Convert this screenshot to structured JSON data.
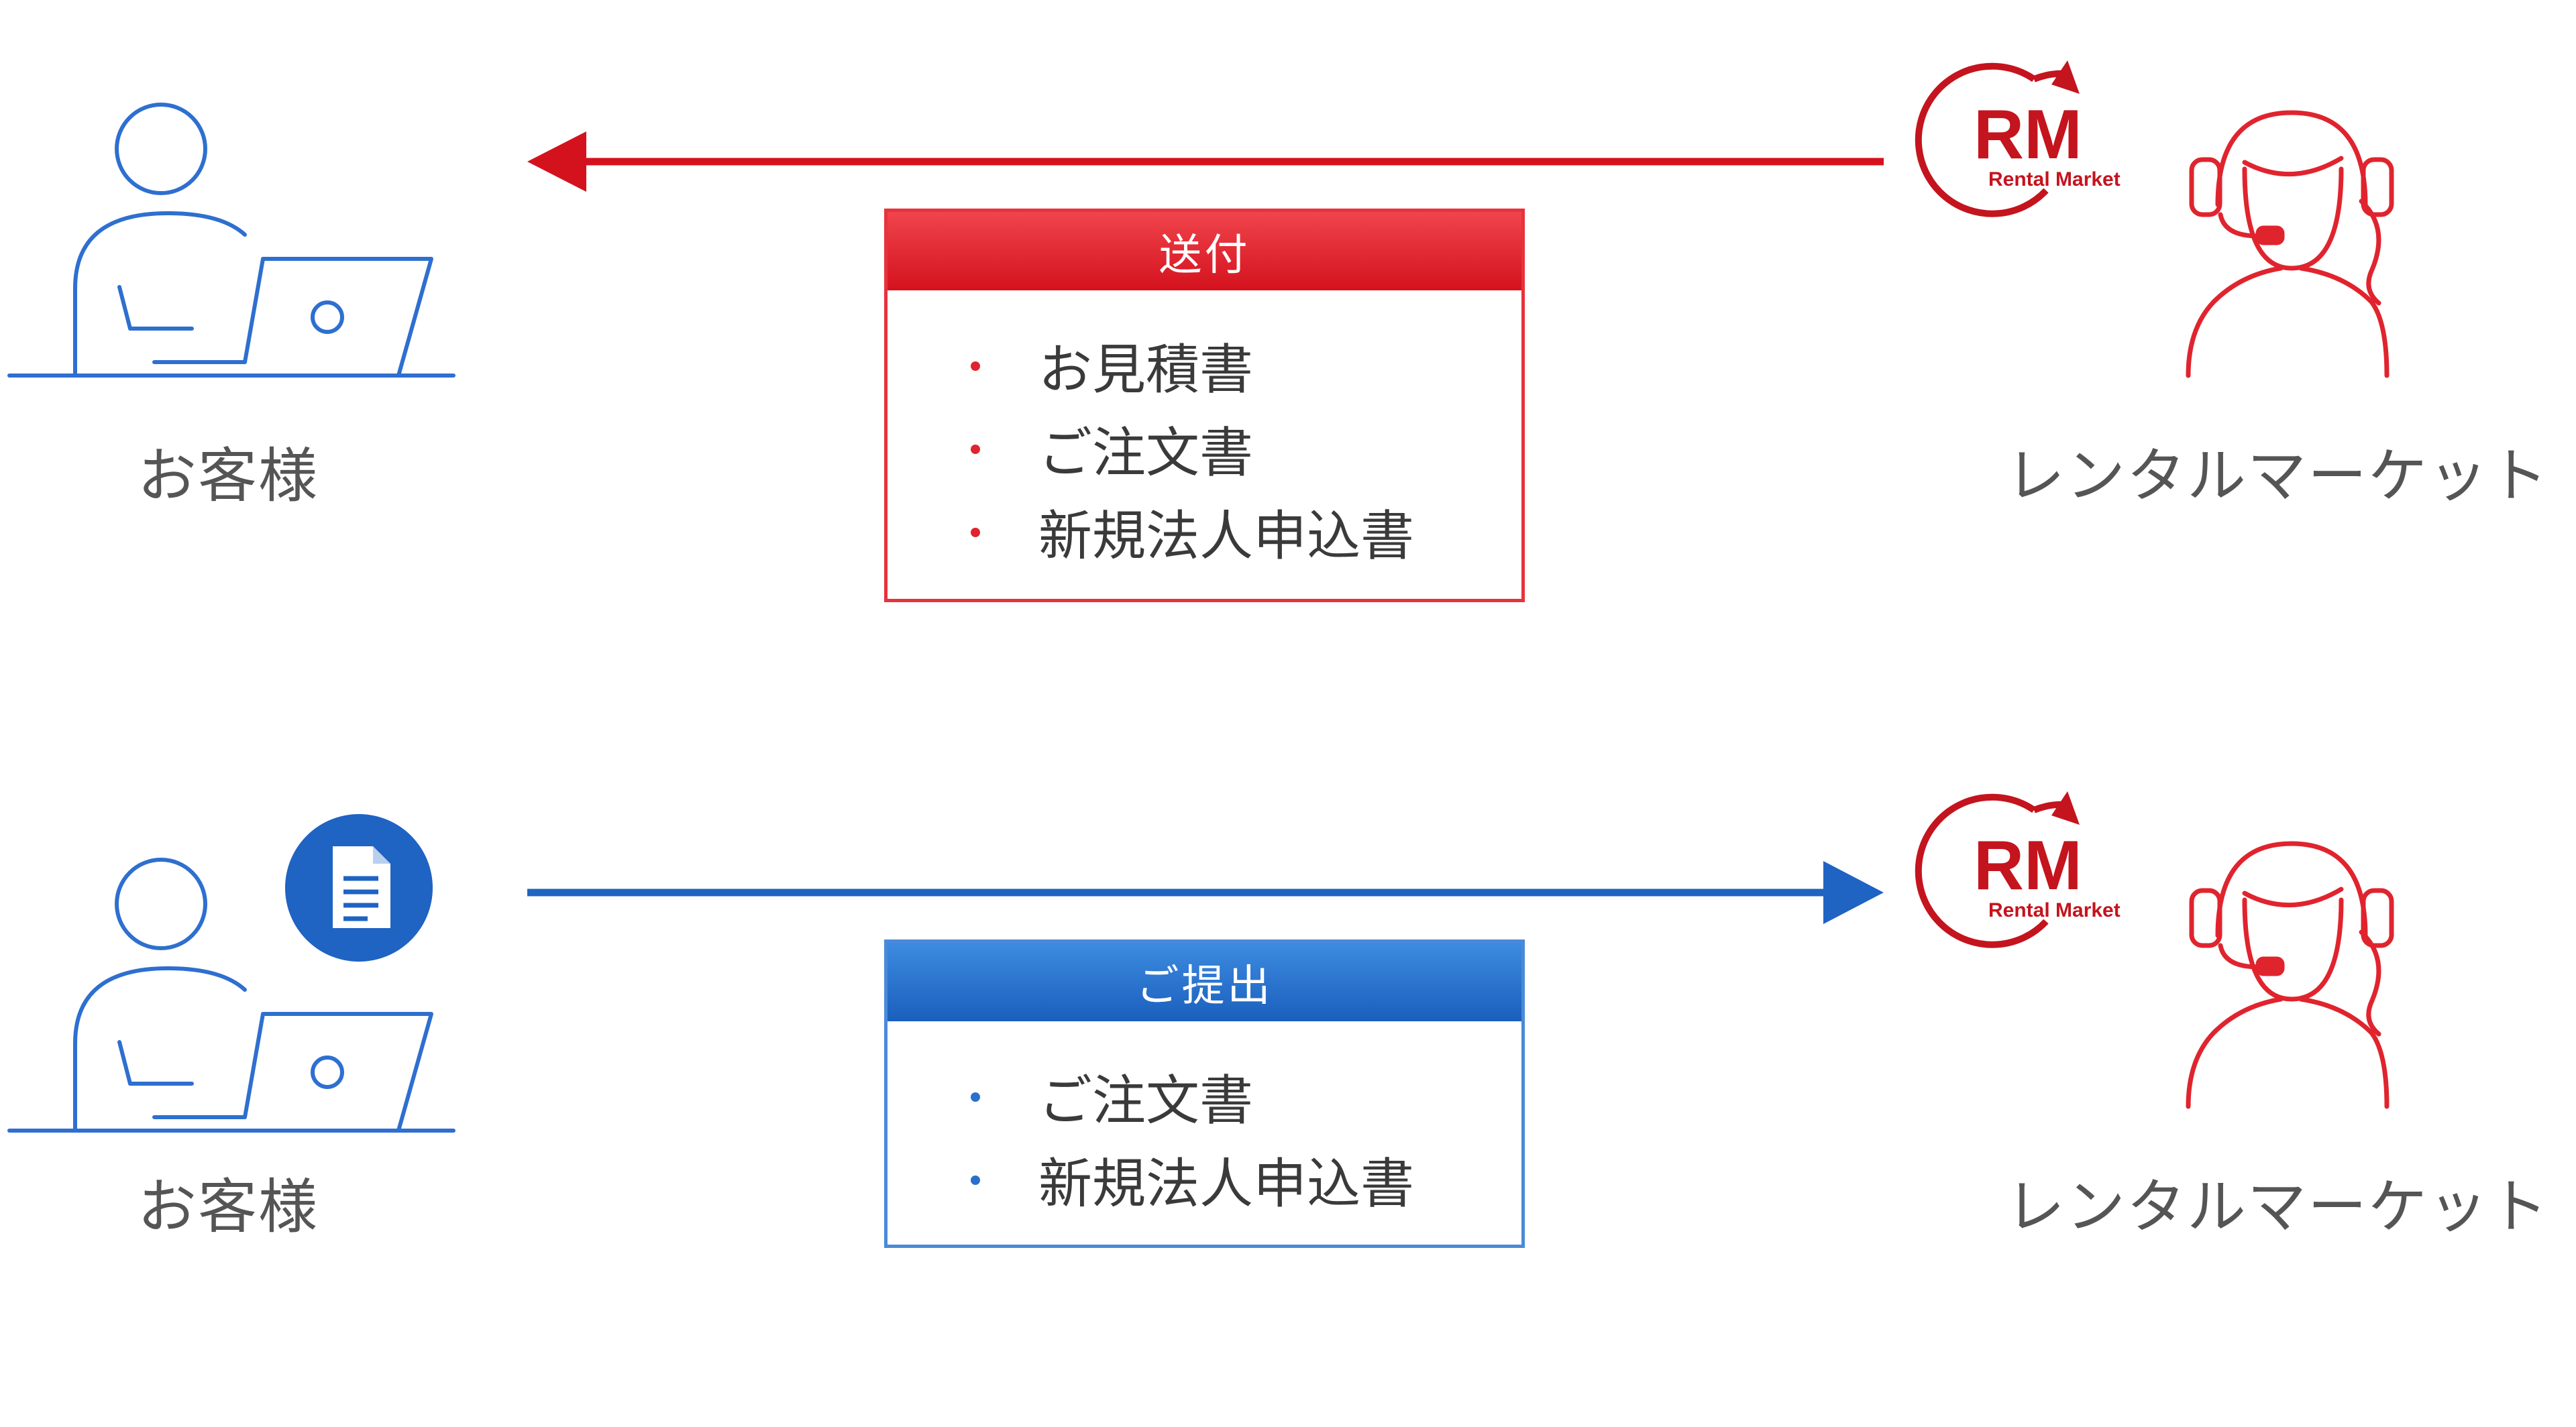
{
  "top_row": {
    "customer_label": "お客様",
    "vendor_label": "レンタルマーケット",
    "logo_text": "RM",
    "logo_subtext": "Rental Market",
    "box_title": "送付",
    "box_items": [
      "お見積書",
      "ご注文書",
      "新規法人申込書"
    ]
  },
  "bottom_row": {
    "customer_label": "お客様",
    "vendor_label": "レンタルマーケット",
    "logo_text": "RM",
    "logo_subtext": "Rental Market",
    "box_title": "ご提出",
    "box_items": [
      "ご注文書",
      "新規法人申込書"
    ]
  },
  "colors": {
    "red": "#d4121e",
    "blue": "#1f63c3",
    "customer_icon": "#2e6fd0",
    "document_badge": "#1f63c3"
  }
}
